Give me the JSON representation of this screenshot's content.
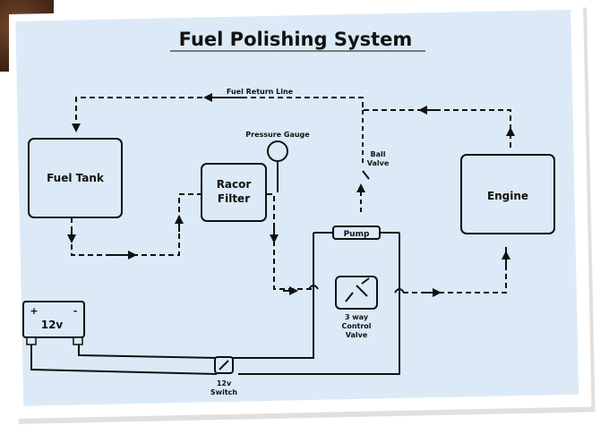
{
  "title": "Fuel Polishing System",
  "labels": {
    "return_line": "Fuel Return Line",
    "fuel_tank": "Fuel Tank",
    "racor_line1": "Racor",
    "racor_line2": "Filter",
    "pressure_gauge": "Pressure Gauge",
    "ball_valve_line1": "Ball",
    "ball_valve_line2": "Valve",
    "engine": "Engine",
    "pump": "Pump",
    "control_valve_line1": "3 way",
    "control_valve_line2": "Control",
    "control_valve_line3": "Valve",
    "battery": "12v",
    "battery_plus": "+",
    "battery_minus": "-",
    "switch_line1": "12v",
    "switch_line2": "Switch"
  },
  "colors": {
    "panel_bg": "#dbeaf6",
    "line": "#111111",
    "card": "#ffffff"
  }
}
